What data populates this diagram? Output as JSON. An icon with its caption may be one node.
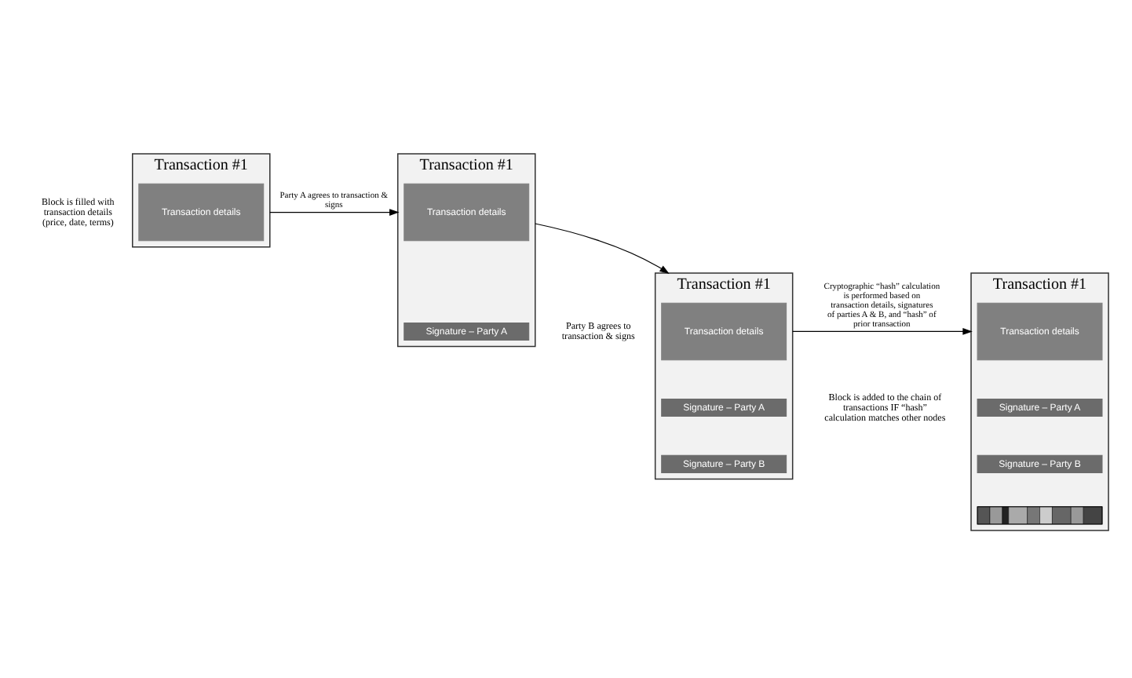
{
  "diagram": {
    "nodes": [
      {
        "text": [
          "Transaction #1"
        ],
        "beside": [
          "Block is filled with transaction details (price, date, terms)"
        ]
      },
      {
        "text": [
          "Transaction details"
        ],
        "in": 0
      },
      {
        "text": [
          "Transaction #1"
        ]
      },
      {
        "text": [
          "Transaction details"
        ],
        "in": 2
      },
      {
        "text": [
          "Signature – Party A"
        ],
        "in": 2
      },
      {
        "text": [
          "Transaction #1"
        ],
        "beside": [
          "Party B agrees to transaction & signs"
        ]
      },
      {
        "text": [
          "Transaction details"
        ],
        "in": 5
      },
      {
        "text": [
          "Signature – Party A"
        ],
        "in": 5
      },
      {
        "text": [
          "Signature – Party B"
        ],
        "in": 5
      },
      {
        "text": [
          "Transaction #1"
        ]
      },
      {
        "text": [
          "Transaction details"
        ],
        "in": 9
      },
      {
        "text": [
          "Signature – Party A"
        ],
        "in": 9
      },
      {
        "text": [
          "Signature – Party B"
        ],
        "in": 9
      },
      {
        "text": [],
        "shape": "bar",
        "in": 9
      }
    ],
    "edges": [
      {
        "from": 0,
        "to": 2,
        "arrow": "to",
        "label": "Party A agrees to transaction & signs"
      },
      {
        "from": 2,
        "to": 5,
        "arrow": "to"
      },
      {
        "from": 5,
        "to": 9,
        "arrow": "to",
        "label": "Cryptographic “hash” calculation is performed based on transaction details, signatures of parties A & B, and “hash” of prior transaction"
      }
    ],
    "labels": [
      "Block is added to the chain of transactions IF “hash” calculation matches other nodes"
    ]
  }
}
